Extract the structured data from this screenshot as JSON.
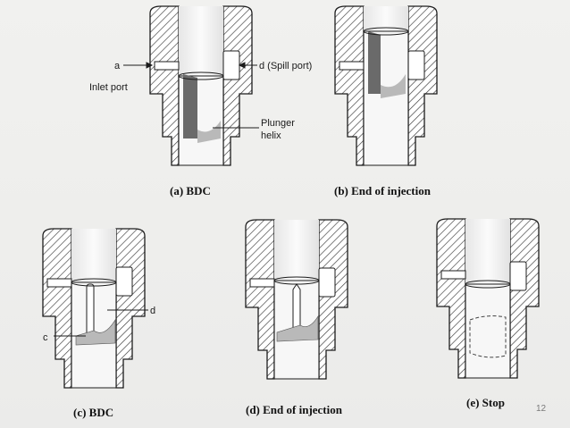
{
  "labels": {
    "a": "a",
    "inlet_port": "Inlet port",
    "spill_port": "d (Spill port)",
    "plunger_line1": "Plunger",
    "plunger_line2": "helix",
    "c": "c",
    "d": "d"
  },
  "captions": {
    "a": "(a) BDC",
    "b": "(b) End of injection",
    "c": "(c) BDC",
    "d": "(d) End of injection",
    "e": "(e) Stop"
  },
  "page_number": "12",
  "colors": {
    "outline": "#1c1c1c",
    "hatch": "#3a3a3a",
    "barrel_fill": "#ffffff",
    "bore": "#f3f3f3",
    "plunger_dark": "#6a6a6a",
    "groove": "#b9b9b9"
  }
}
